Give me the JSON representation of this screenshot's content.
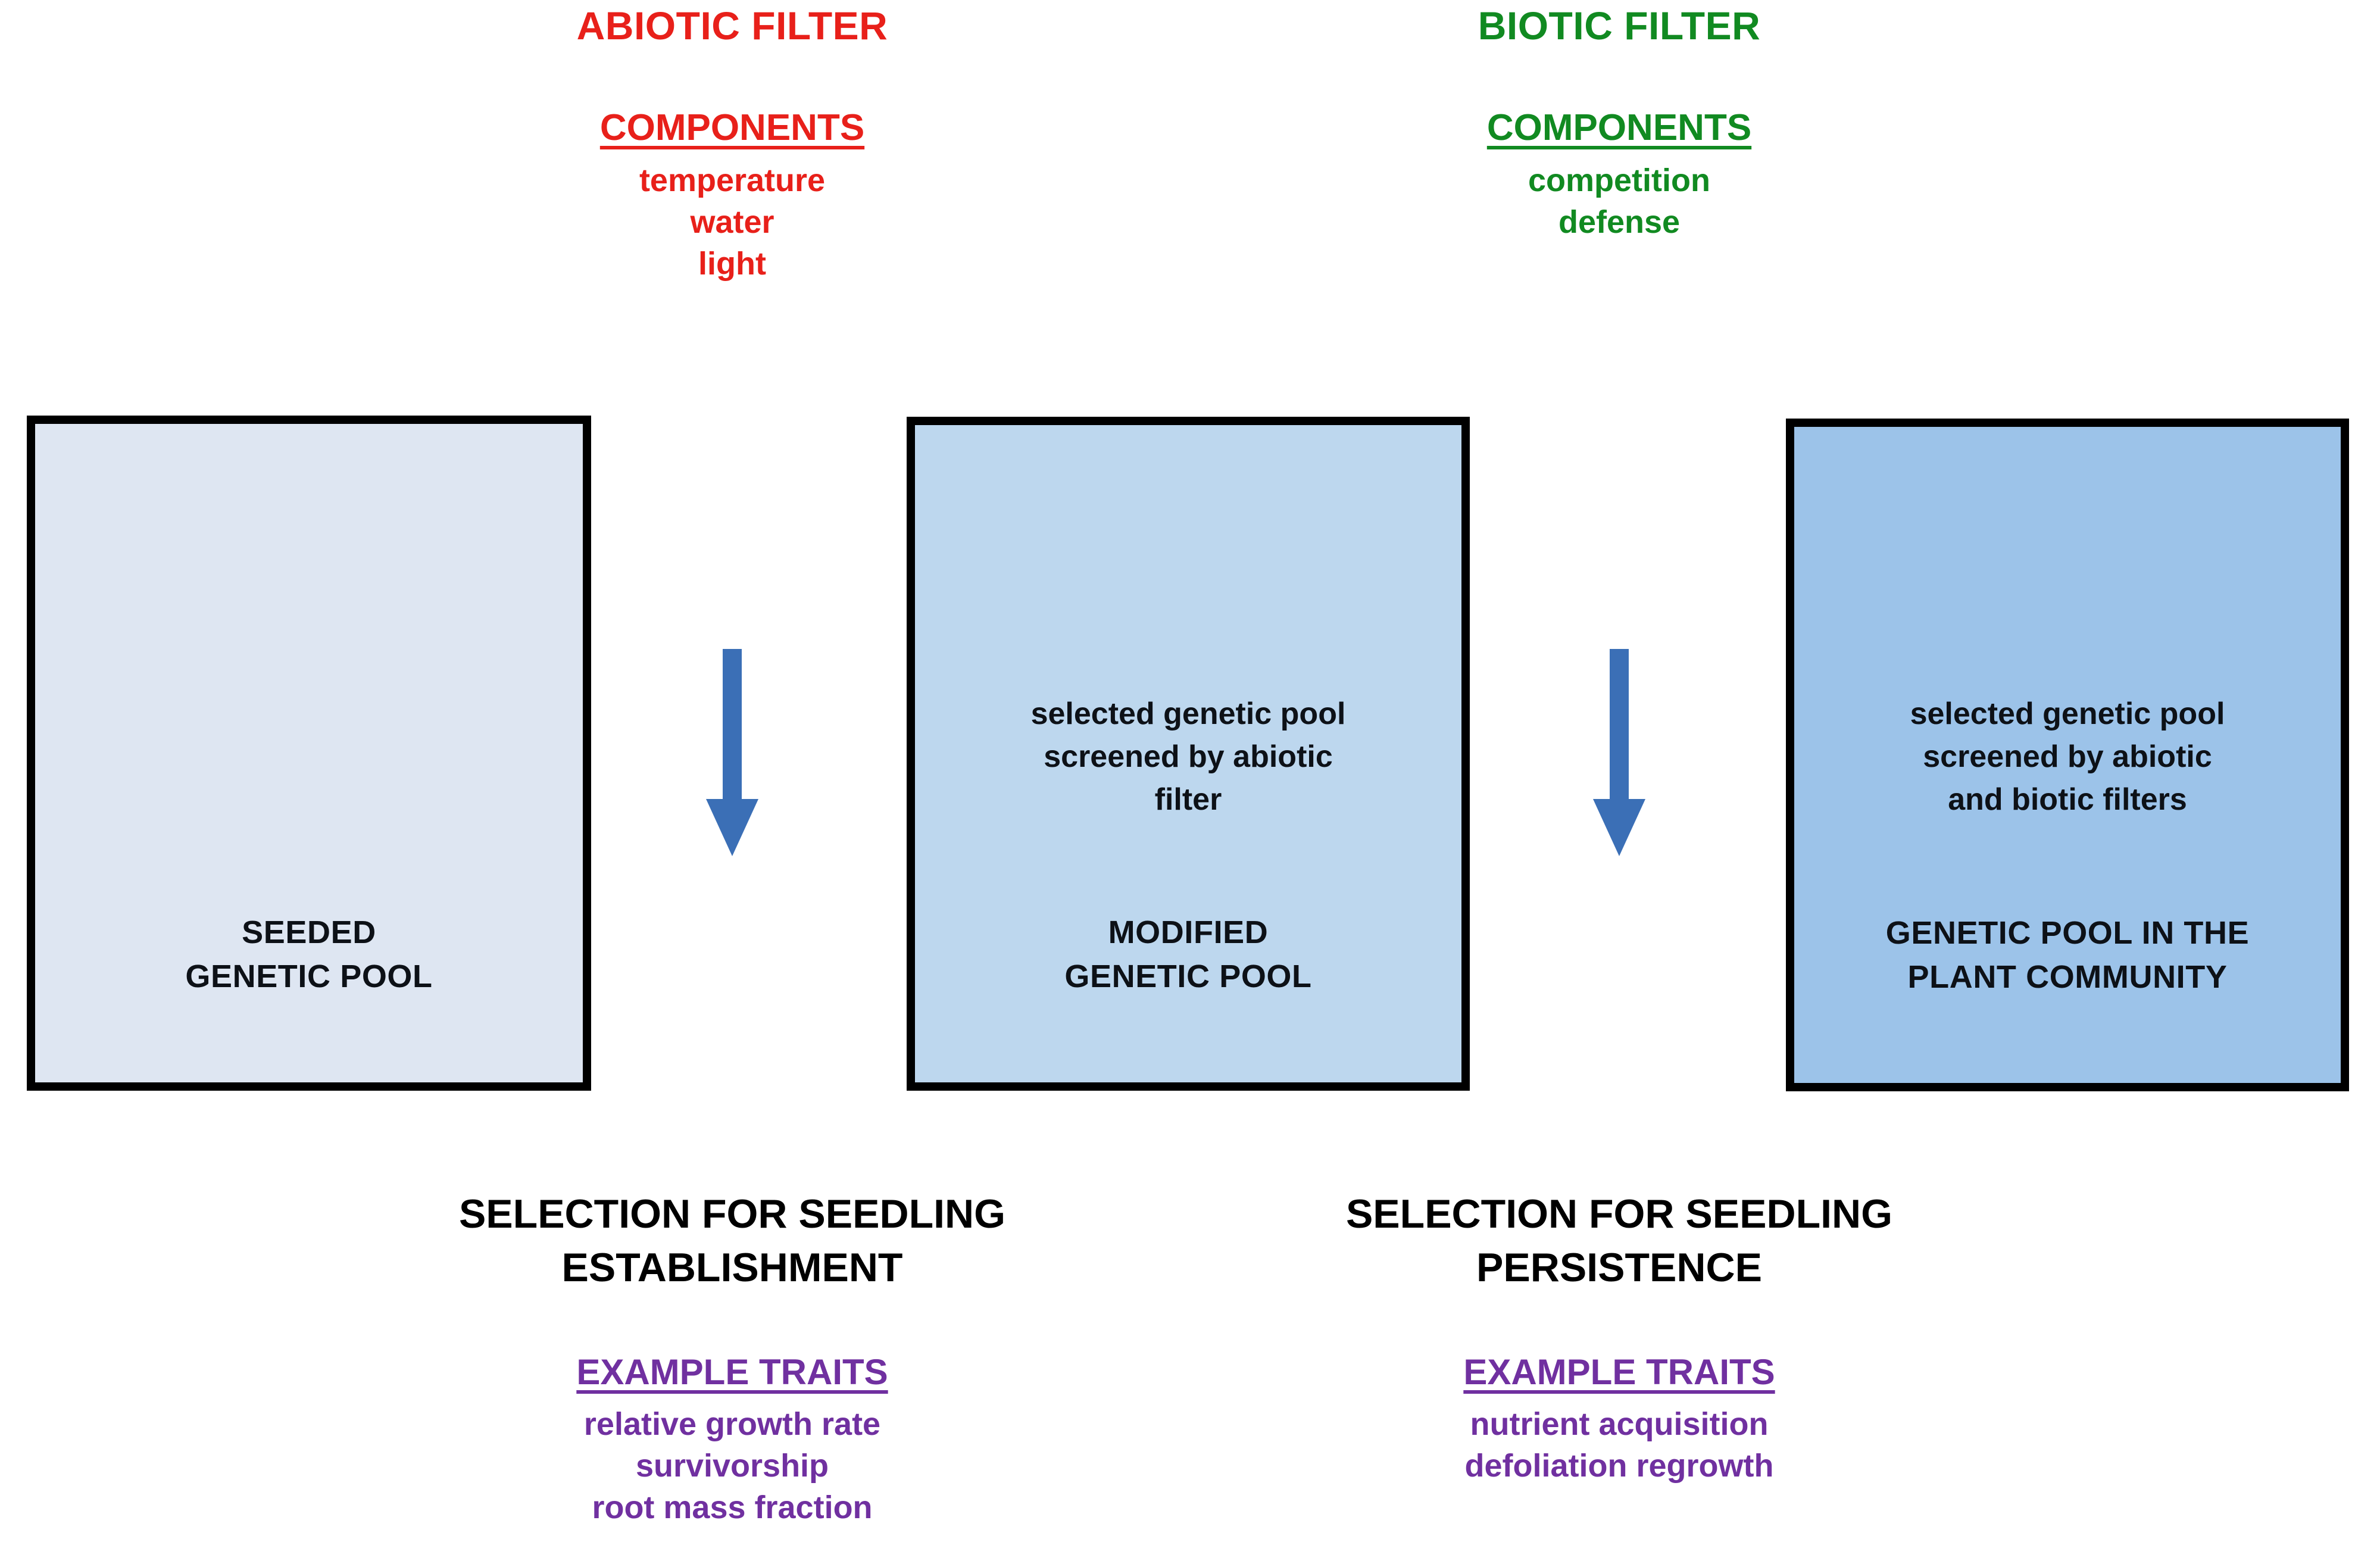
{
  "diagram": {
    "filters": [
      {
        "title": "ABIOTIC FILTER",
        "components_label": "COMPONENTS",
        "components": [
          "temperature",
          "water",
          "light"
        ],
        "color": "#e8201a"
      },
      {
        "title": "BIOTIC FILTER",
        "components_label": "COMPONENTS",
        "components": [
          "competition",
          "defense"
        ],
        "color": "#118a21"
      }
    ],
    "boxes": [
      {
        "description": "",
        "name": "SEEDED\nGENETIC POOL",
        "fill": "#dee6f2"
      },
      {
        "description": "selected genetic pool\nscreened by abiotic\nfilter",
        "name": "MODIFIED\nGENETIC POOL",
        "fill": "#bdd7ee"
      },
      {
        "description": "selected genetic pool\nscreened by abiotic\nand biotic filters",
        "name": "GENETIC POOL IN THE\nPLANT COMMUNITY",
        "fill": "#9cc3e9"
      }
    ],
    "arrows": [
      {
        "name": "abiotic-filter-arrow",
        "direction": "down",
        "color": "#3b6fb6"
      },
      {
        "name": "biotic-filter-arrow",
        "direction": "down",
        "color": "#3b6fb6"
      }
    ],
    "selections": [
      {
        "title": "SELECTION FOR SEEDLING\nESTABLISHMENT",
        "traits_label": "EXAMPLE TRAITS",
        "traits": [
          "relative growth rate",
          "survivorship",
          "root mass fraction"
        ],
        "traits_color": "#7030a0"
      },
      {
        "title": "SELECTION FOR SEEDLING\nPERSISTENCE",
        "traits_label": "EXAMPLE TRAITS",
        "traits": [
          "nutrient acquisition",
          "defoliation regrowth"
        ],
        "traits_color": "#7030a0"
      }
    ]
  }
}
